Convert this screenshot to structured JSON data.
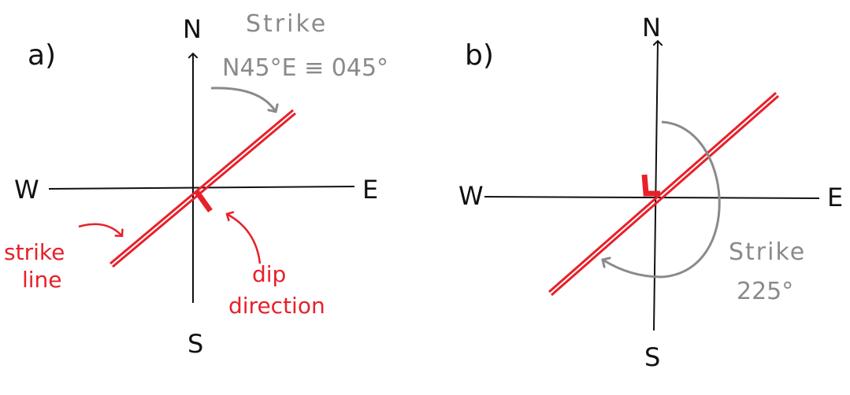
{
  "panel_a": {
    "label": "a)",
    "north": "N",
    "south": "S",
    "east": "E",
    "west": "W",
    "strike_title": "Strike",
    "strike_value": "N45°E ≡ 045°",
    "strike_line_label_1": "strike",
    "strike_line_label_2": "line",
    "dip_label_1": "dip",
    "dip_label_2": "direction"
  },
  "panel_b": {
    "label": "b)",
    "north": "N",
    "south": "S",
    "east": "E",
    "west": "W",
    "strike_title": "Strike",
    "strike_value": "225°"
  },
  "colors": {
    "ink": "#111111",
    "annotation": "#8a8a8a",
    "strike": "#e8202a"
  }
}
